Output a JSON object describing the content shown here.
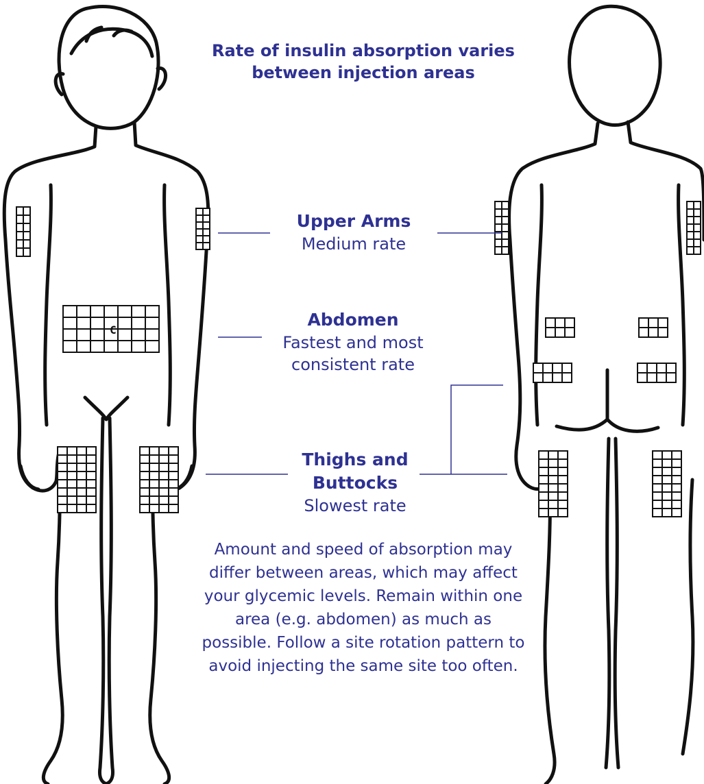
{
  "title": "Rate of insulin absorption varies between injection areas",
  "areas": [
    {
      "name": "Upper Arms",
      "rate": "Medium rate"
    },
    {
      "name": "Abdomen",
      "rate": "Fastest and most consistent rate"
    },
    {
      "name": "Thighs and Buttocks",
      "rate": "Slowest rate"
    }
  ],
  "center_label": "C",
  "note": "Amount and speed of absorption may differ between areas, which may affect your glycemic levels. Remain within one area (e.g. abdomen) as much as possible. Follow a site rotation pattern to avoid injecting the same site too often.",
  "colors": {
    "text": "#2e3192",
    "outline": "#111111",
    "connector": "#2e3192"
  }
}
